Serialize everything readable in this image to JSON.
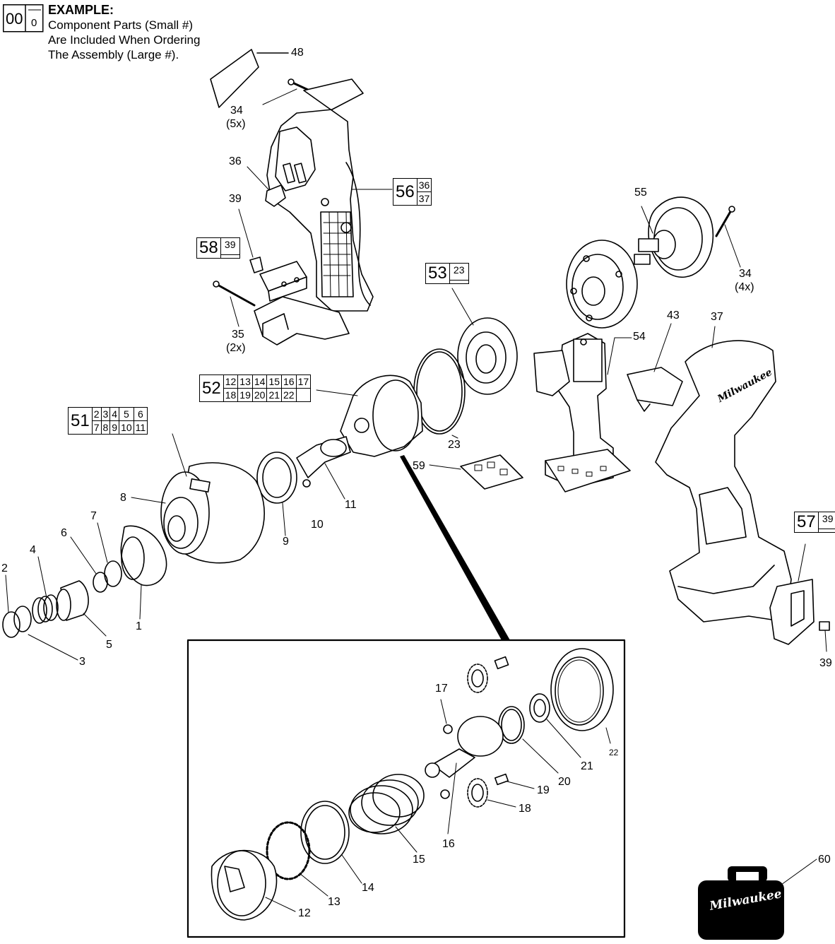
{
  "legend": {
    "big": "00",
    "small": "0",
    "title": "EXAMPLE:",
    "line1": "Component Parts (Small #)",
    "line2": "Are Included When Ordering",
    "line3": "The Assembly (Large #)."
  },
  "callouts": {
    "c48": "48",
    "c34a": "34",
    "c34a_qty": "(5x)",
    "c36": "36",
    "c39a": "39",
    "c35": "35",
    "c35_qty": "(2x)",
    "c55": "55",
    "c34b": "34",
    "c34b_qty": "(4x)",
    "c43": "43",
    "c37": "37",
    "c54": "54",
    "c23": "23",
    "c59": "59",
    "c8": "8",
    "c7": "7",
    "c6": "6",
    "c4": "4",
    "c2": "2",
    "c3": "3",
    "c5": "5",
    "c1": "1",
    "c9": "9",
    "c10": "10",
    "c11": "11",
    "c39b": "39",
    "c17": "17",
    "c22": "22",
    "c21": "21",
    "c20": "20",
    "c19": "19",
    "c18": "18",
    "c16": "16",
    "c15": "15",
    "c14": "14",
    "c13": "13",
    "c12": "12",
    "c60": "60"
  },
  "kits": {
    "k56": {
      "big": "56",
      "parts": [
        "36",
        "37"
      ]
    },
    "k58": {
      "big": "58",
      "parts": [
        "39",
        ""
      ]
    },
    "k53": {
      "big": "53",
      "parts": [
        "23",
        ""
      ]
    },
    "k52": {
      "big": "52",
      "parts": [
        "12",
        "13",
        "14",
        "15",
        "16",
        "17",
        "18",
        "19",
        "20",
        "21",
        "22",
        ""
      ]
    },
    "k51": {
      "big": "51",
      "parts": [
        "2",
        "3",
        "4",
        "5",
        "6",
        "7",
        "8",
        "9",
        "10",
        "11"
      ]
    },
    "k57": {
      "big": "57",
      "parts": [
        "39",
        ""
      ]
    }
  },
  "brand": {
    "housing_logo": "Milwaukee",
    "case_logo": "Milwaukee"
  },
  "colors": {
    "line": "#000000",
    "background": "#ffffff",
    "case": "#000000"
  }
}
